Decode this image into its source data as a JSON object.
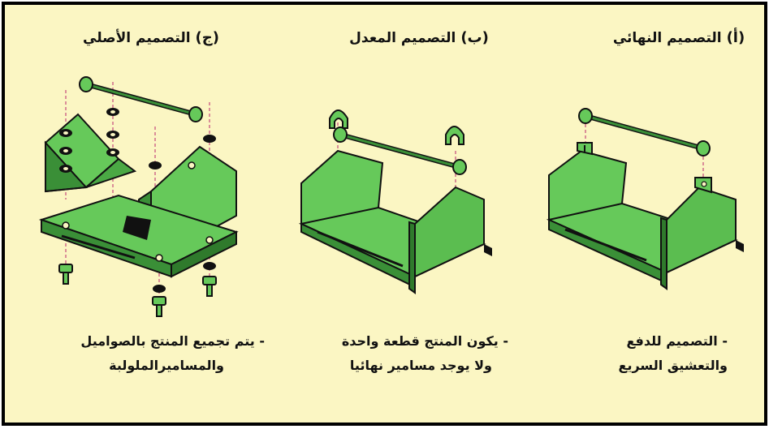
{
  "panels": [
    {
      "id": "final",
      "label": "(أ)",
      "title": "التصميم النهائي",
      "description": [
        "- التصميم للدفع",
        "والتعشيق السريع"
      ]
    },
    {
      "id": "modified",
      "label": "(ب)",
      "title": "التصميم المعدل",
      "description": [
        "- يكون المنتج قطعة واحدة",
        "ولا يوجد مسامير نهائيا"
      ]
    },
    {
      "id": "original",
      "label": "(ج)",
      "title": "التصميم الأصلي",
      "description": [
        "- يتم تجميع المنتج بالصواميل",
        "والمساميرالملولبة"
      ]
    }
  ],
  "colors": {
    "background": "#fbf6c3",
    "part_green": "#66c95a",
    "part_dark": "#3a8f37",
    "outline": "#111111",
    "dashed_line": "#d06a8a",
    "frame": "#000000"
  }
}
